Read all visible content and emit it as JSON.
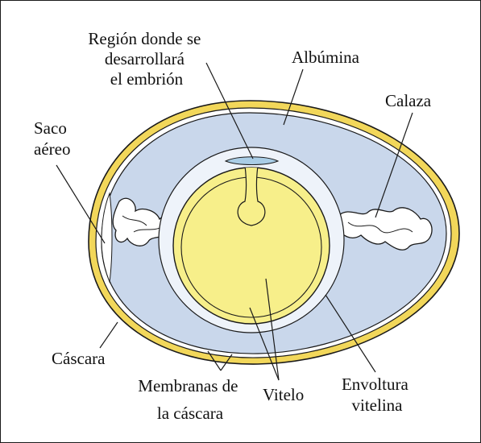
{
  "labels": {
    "embryo_region": [
      "Región donde se",
      "desarrollará",
      "el embrión"
    ],
    "albumen": "Albúmina",
    "chalaza": "Calaza",
    "air_sac": [
      "Saco",
      "aéreo"
    ],
    "shell": "Cáscara",
    "shell_membranes": [
      "Membranas de",
      "la cáscara"
    ],
    "yolk": "Vitelo",
    "vitelline_envelope": [
      "Envoltura",
      "vitelina"
    ]
  },
  "colors": {
    "shell": "#f2d75a",
    "albumen": "#c9d7eb",
    "yolk_membrane_zone": "#eef3fa",
    "yolk": "#f7ef8a",
    "embryo_region": "#a9cde6",
    "outline": "#1a1a1a"
  }
}
